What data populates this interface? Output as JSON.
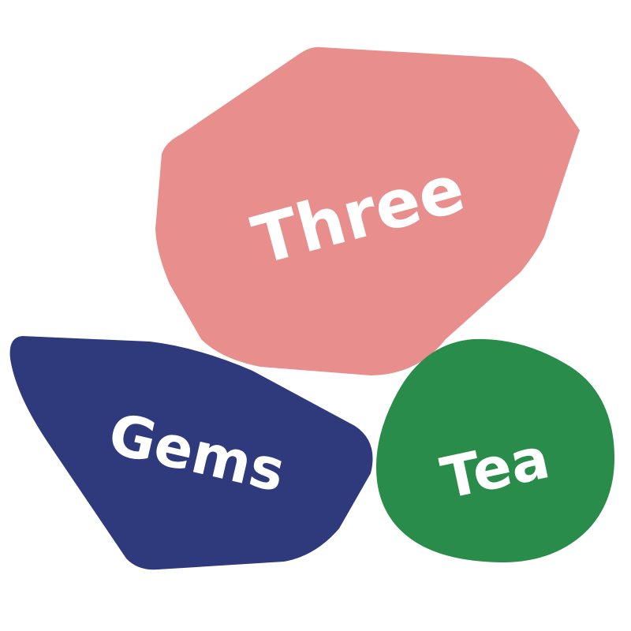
{
  "logo": {
    "words": {
      "top": "Three",
      "left": "Gems",
      "right": "Tea"
    },
    "colors": {
      "background": "#ffffff",
      "pink_stone": "#e88e8d",
      "navy_stone": "#2e3a7c",
      "green_stone": "#2a8c4a",
      "text": "#ffffff"
    }
  }
}
